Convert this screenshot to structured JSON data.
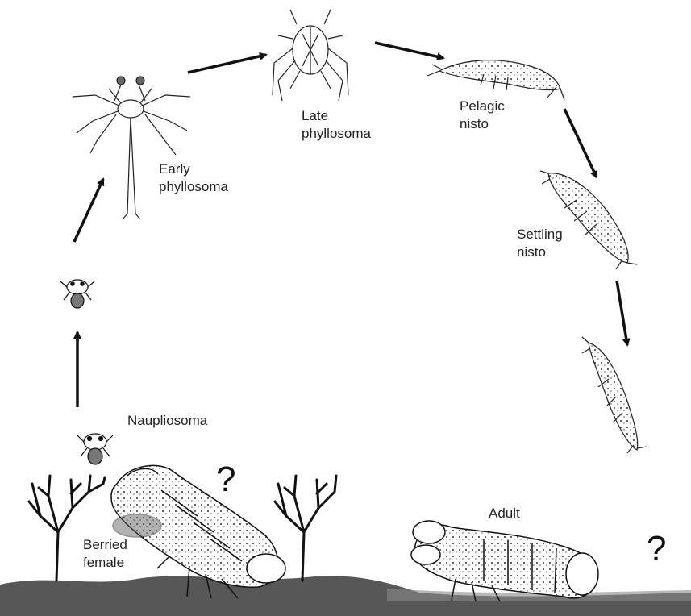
{
  "diagram": {
    "stages": {
      "early_phyllosoma": "Early\nphyllosoma",
      "late_phyllosoma": "Late\nphyllosoma",
      "pelagic_nisto": "Pelagic\nnisto",
      "settling_nisto": "Settling\nnisto",
      "naupliosoma": "Naupliosoma",
      "berried_female": "Berried\nfemale",
      "adult": "Adult"
    },
    "unknowns": {
      "left": "?",
      "right": "?"
    }
  },
  "style": {
    "ink": "#222222",
    "seabed": "#3a3a3a"
  }
}
